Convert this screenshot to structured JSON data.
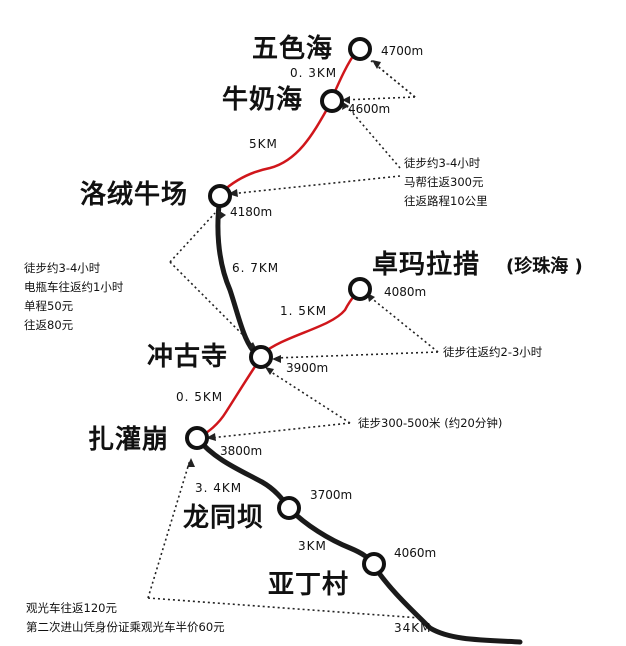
{
  "places": {
    "wuse": "五色海",
    "niunai": "牛奶海",
    "luorong": "洛绒牛场",
    "zhuoma": "卓玛拉措",
    "zhuoma_alias": "(珍珠海 )",
    "chonggu": "冲古寺",
    "zhaguan": "扎灌崩",
    "longtong": "龙同坝",
    "yading": "亚丁村"
  },
  "altitudes": {
    "wuse": "4700m",
    "niunai": "4600m",
    "luorong": "4180m",
    "zhuoma": "4080m",
    "chonggu": "3900m",
    "zhaguan": "3800m",
    "longtong": "3700m",
    "yading": "4060m"
  },
  "distances": {
    "wuse_niunai": "0. 3KM",
    "niunai_luorong": "5KM",
    "luorong_chonggu": "6. 7KM",
    "chonggu_zhuoma": "1. 5KM",
    "chonggu_zhaguan": "0. 5KM",
    "zhaguan_longtong": "3. 4KM",
    "longtong_yading": "3KM",
    "yading_bottom": "34KM"
  },
  "notes": {
    "upper": [
      "徒步约3-4小时",
      "马帮往返300元",
      "往返路程10公里"
    ],
    "left": [
      "徒步约3-4小时",
      "电瓶车往返约1小时",
      "单程50元",
      "往返80元"
    ],
    "zhuoma": "徒步往返约2-3小时",
    "zhaguan": "徒步300-500米 (约20分钟)",
    "bottom": [
      "观光车往返120元",
      "第二次进山凭身份证乘观光车半价60元"
    ]
  },
  "colors": {
    "walk_route": "#d0161b",
    "road_route": "#1a1a1a",
    "node": "#111111"
  }
}
